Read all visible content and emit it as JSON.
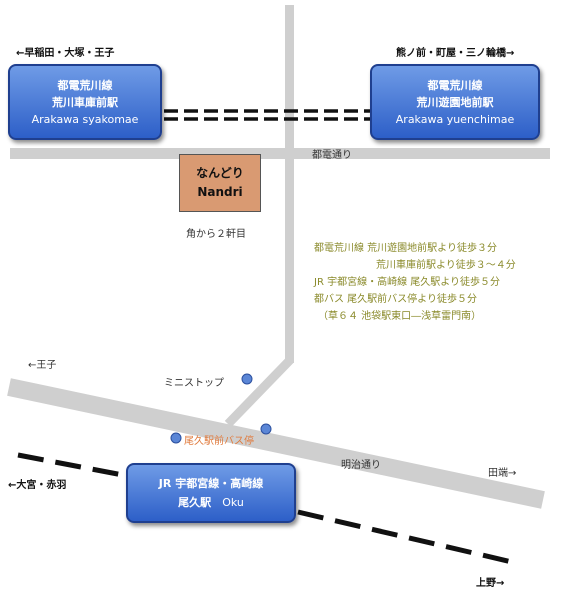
{
  "directions": {
    "top_left": "←早稲田・大塚・王子",
    "top_right": "熊ノ前・町屋・三ノ輪橋→",
    "left_mid": "←王子",
    "right_mid": "田端→",
    "bottom_left": "←大宮・赤羽",
    "bottom_right": "上野→"
  },
  "stations": {
    "syakomae": {
      "jp_line1": "都電荒川線",
      "jp_line2": "荒川車庫前駅",
      "en": "Arakawa syakomae"
    },
    "yuenchimae": {
      "jp_line1": "都電荒川線",
      "jp_line2": "荒川遊園地前駅",
      "en": "Arakawa yuenchimae"
    },
    "oku": {
      "jp_line1": "JR 宇都宮線・高崎線",
      "jp_line2": "尾久駅",
      "en": "Oku"
    }
  },
  "roads": {
    "toden_dori": "都電通り",
    "meiji_dori": "明治通り"
  },
  "shop": {
    "name_jp": "なんどり",
    "name_en": "Nandri",
    "note": "角から２軒目"
  },
  "access_lines": [
    "都電荒川線  荒川遊園地前駅より徒歩３分",
    "荒川車庫前駅より徒歩３〜４分",
    "JR  宇都宮線・高崎線    尾久駅より徒歩５分",
    "都バス  尾久駅前バス停より徒歩５分",
    "（草６４  池袋駅東口―浅草雷門南）"
  ],
  "landmarks": {
    "ministop": "ミニストップ",
    "bus_stop": "尾久駅前バス停"
  },
  "colors": {
    "station_fill": "#4a7ad8",
    "shop_fill": "#d99a72",
    "road": "#cfcfcf",
    "access_text": "#8a8a2a",
    "bus_stop_text": "#e07a3c",
    "marker": "#5b86d6"
  }
}
